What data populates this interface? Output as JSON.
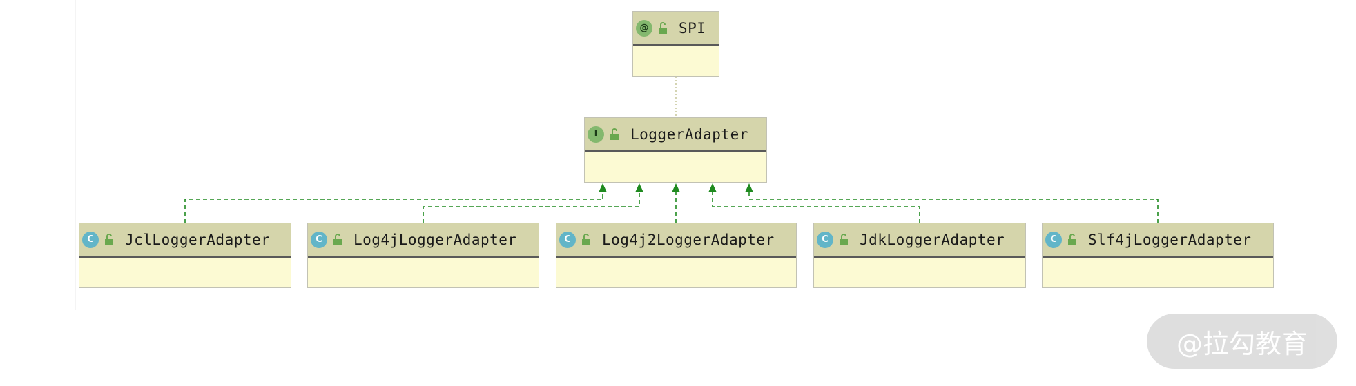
{
  "diagram": {
    "annotation": {
      "name": "SPI",
      "kind_icon": "annotation-icon",
      "kind_glyph": "@"
    },
    "interface": {
      "name": "LoggerAdapter",
      "kind_icon": "interface-icon",
      "kind_glyph": "I"
    },
    "classes": [
      {
        "name": "JclLoggerAdapter",
        "kind_icon": "class-icon",
        "kind_glyph": "C"
      },
      {
        "name": "Log4jLoggerAdapter",
        "kind_icon": "class-icon",
        "kind_glyph": "C"
      },
      {
        "name": "Log4j2LoggerAdapter",
        "kind_icon": "class-icon",
        "kind_glyph": "C"
      },
      {
        "name": "JdkLoggerAdapter",
        "kind_icon": "class-icon",
        "kind_glyph": "C"
      },
      {
        "name": "Slf4jLoggerAdapter",
        "kind_icon": "class-icon",
        "kind_glyph": "C"
      }
    ],
    "relations": [
      {
        "from": "LoggerAdapter",
        "to": "SPI",
        "type": "annotated-by"
      },
      {
        "from": "JclLoggerAdapter",
        "to": "LoggerAdapter",
        "type": "implements"
      },
      {
        "from": "Log4jLoggerAdapter",
        "to": "LoggerAdapter",
        "type": "implements"
      },
      {
        "from": "Log4j2LoggerAdapter",
        "to": "LoggerAdapter",
        "type": "implements"
      },
      {
        "from": "JdkLoggerAdapter",
        "to": "LoggerAdapter",
        "type": "implements"
      },
      {
        "from": "Slf4jLoggerAdapter",
        "to": "LoggerAdapter",
        "type": "implements"
      }
    ],
    "colors": {
      "header": "#d5d5ab",
      "body": "#fcfad3",
      "implements_edge": "#1f8a1f",
      "annotation_edge": "#c9c9a0",
      "class_badge": "#62b5c8",
      "interface_badge": "#83b86e"
    }
  },
  "watermark": {
    "text": "@拉勾教育"
  }
}
